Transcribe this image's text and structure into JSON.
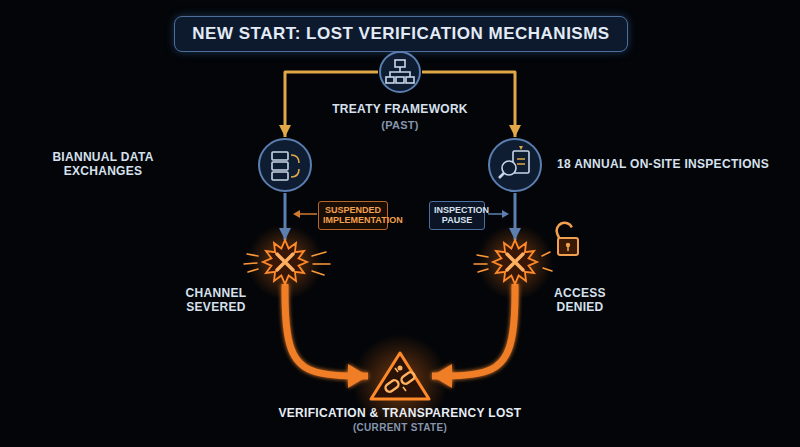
{
  "diagram": {
    "title": "NEW START: LOST VERIFICATION MECHANISMS",
    "nodes": [
      {
        "text": [
          "TREATY FRAMEWORK",
          "(PAST)"
        ]
      },
      {
        "text": [
          "BIANNUAL DATA EXCHANGES"
        ]
      },
      {
        "text": [
          "18 ANNUAL ON-SITE INSPECTIONS"
        ]
      },
      {
        "text": [
          "CHANNEL SEVERED"
        ]
      },
      {
        "text": [
          "ACCESS DENIED"
        ]
      },
      {
        "text": [
          "VERIFICATION & TRANSPARENCY LOST",
          "(CURRENT STATE)"
        ]
      }
    ],
    "edges": [
      {
        "from": 0,
        "to": 1,
        "arrow": "to"
      },
      {
        "from": 0,
        "to": 2,
        "arrow": "to"
      },
      {
        "from": 1,
        "to": 3,
        "arrow": "to"
      },
      {
        "from": 2,
        "to": 4,
        "arrow": "to"
      },
      {
        "from": 3,
        "to": 5,
        "arrow": "to"
      },
      {
        "from": 4,
        "to": 5,
        "arrow": "to"
      }
    ],
    "labels": [
      "SUSPENDED IMPLEMENTATION",
      "INSPECTION PAUSE"
    ]
  }
}
